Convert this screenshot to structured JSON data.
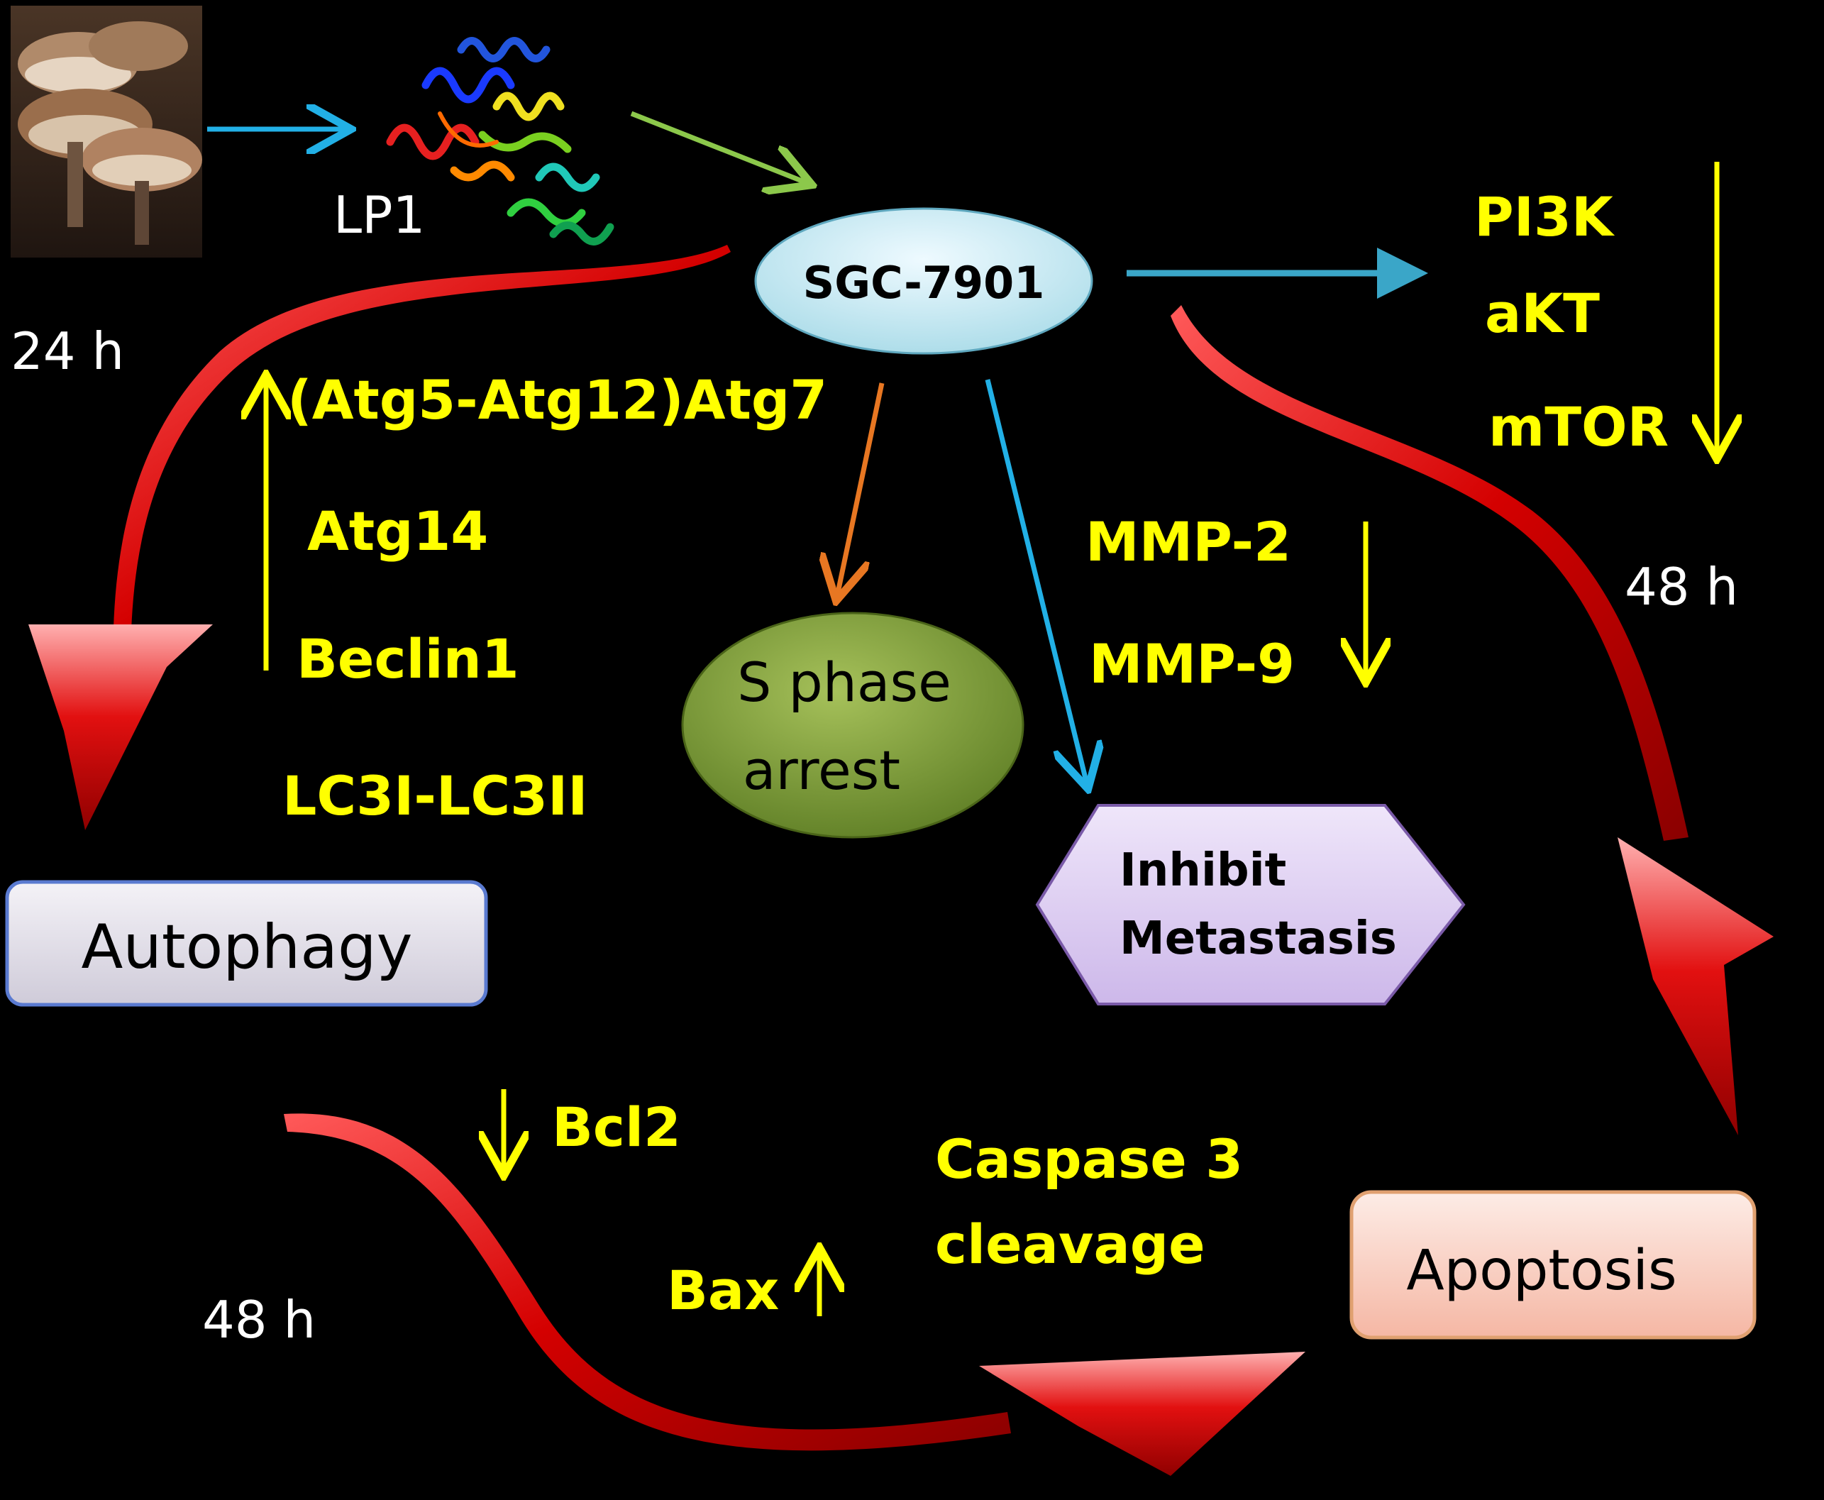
{
  "source": {
    "label": "LP1"
  },
  "cell_line": {
    "label": "SGC-7901"
  },
  "time_labels": {
    "autophagy": "24 h",
    "apoptosis_right": "48 h",
    "apoptosis_bottom": "48 h"
  },
  "outcomes": {
    "autophagy": "Autophagy",
    "apoptosis": "Apoptosis",
    "s_phase_line1": "S phase",
    "s_phase_line2": "arrest",
    "metastasis_line1": "Inhibit",
    "metastasis_line2": "Metastasis"
  },
  "autophagy_markers": [
    "(Atg5-Atg12)Atg7",
    "Atg14",
    "Beclin1",
    "LC3I-LC3II"
  ],
  "pathway_markers": [
    "PI3K",
    "aKT",
    "mTOR"
  ],
  "mmp_markers": [
    "MMP-2",
    "MMP-9"
  ],
  "apoptosis_markers": {
    "bcl2": "Bcl2",
    "bax": "Bax",
    "caspase_line1": "Caspase 3",
    "caspase_line2": "cleavage"
  },
  "colors": {
    "background": "#000000",
    "marker_text": "#FFFF00",
    "time_text": "#FFFFFF",
    "big_arrow": "#E00000",
    "blue_arrow": "#22B0E6",
    "green_arrow": "#8CC84B",
    "orange_arrow": "#E87722",
    "teal_arrow": "#3AA6C8",
    "yellow_arrow": "#FFFF00"
  }
}
